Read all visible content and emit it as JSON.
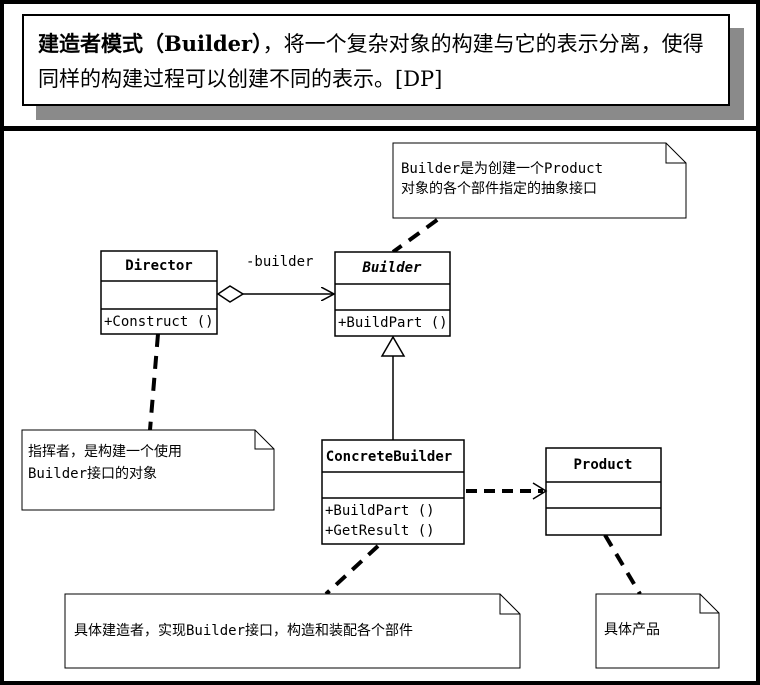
{
  "header": {
    "title_bold": "建造者模式（Builder）",
    "title_rest": "，将一个复杂对象的构建与它的表示分离，使得同样的构建过程可以创建不同的表示。[DP]"
  },
  "classes": {
    "director": {
      "name": "Director",
      "method": "+Construct ()"
    },
    "builder": {
      "name": "Builder",
      "method": "+BuildPart ()"
    },
    "concrete_builder": {
      "name": "ConcreteBuilder",
      "method1": "+BuildPart ()",
      "method2": "+GetResult ()"
    },
    "product": {
      "name": "Product"
    }
  },
  "association": {
    "role": "-builder"
  },
  "notes": {
    "builder_note": {
      "line1": "Builder是为创建一个Product",
      "line2": "对象的各个部件指定的抽象接口"
    },
    "director_note": {
      "line1": "指挥者，是构建一个使用",
      "line2": "Builder接口的对象"
    },
    "concrete_note": {
      "line1": "具体建造者，实现Builder接口，构造和装配各个部件"
    },
    "product_note": {
      "line1": "具体产品"
    }
  }
}
